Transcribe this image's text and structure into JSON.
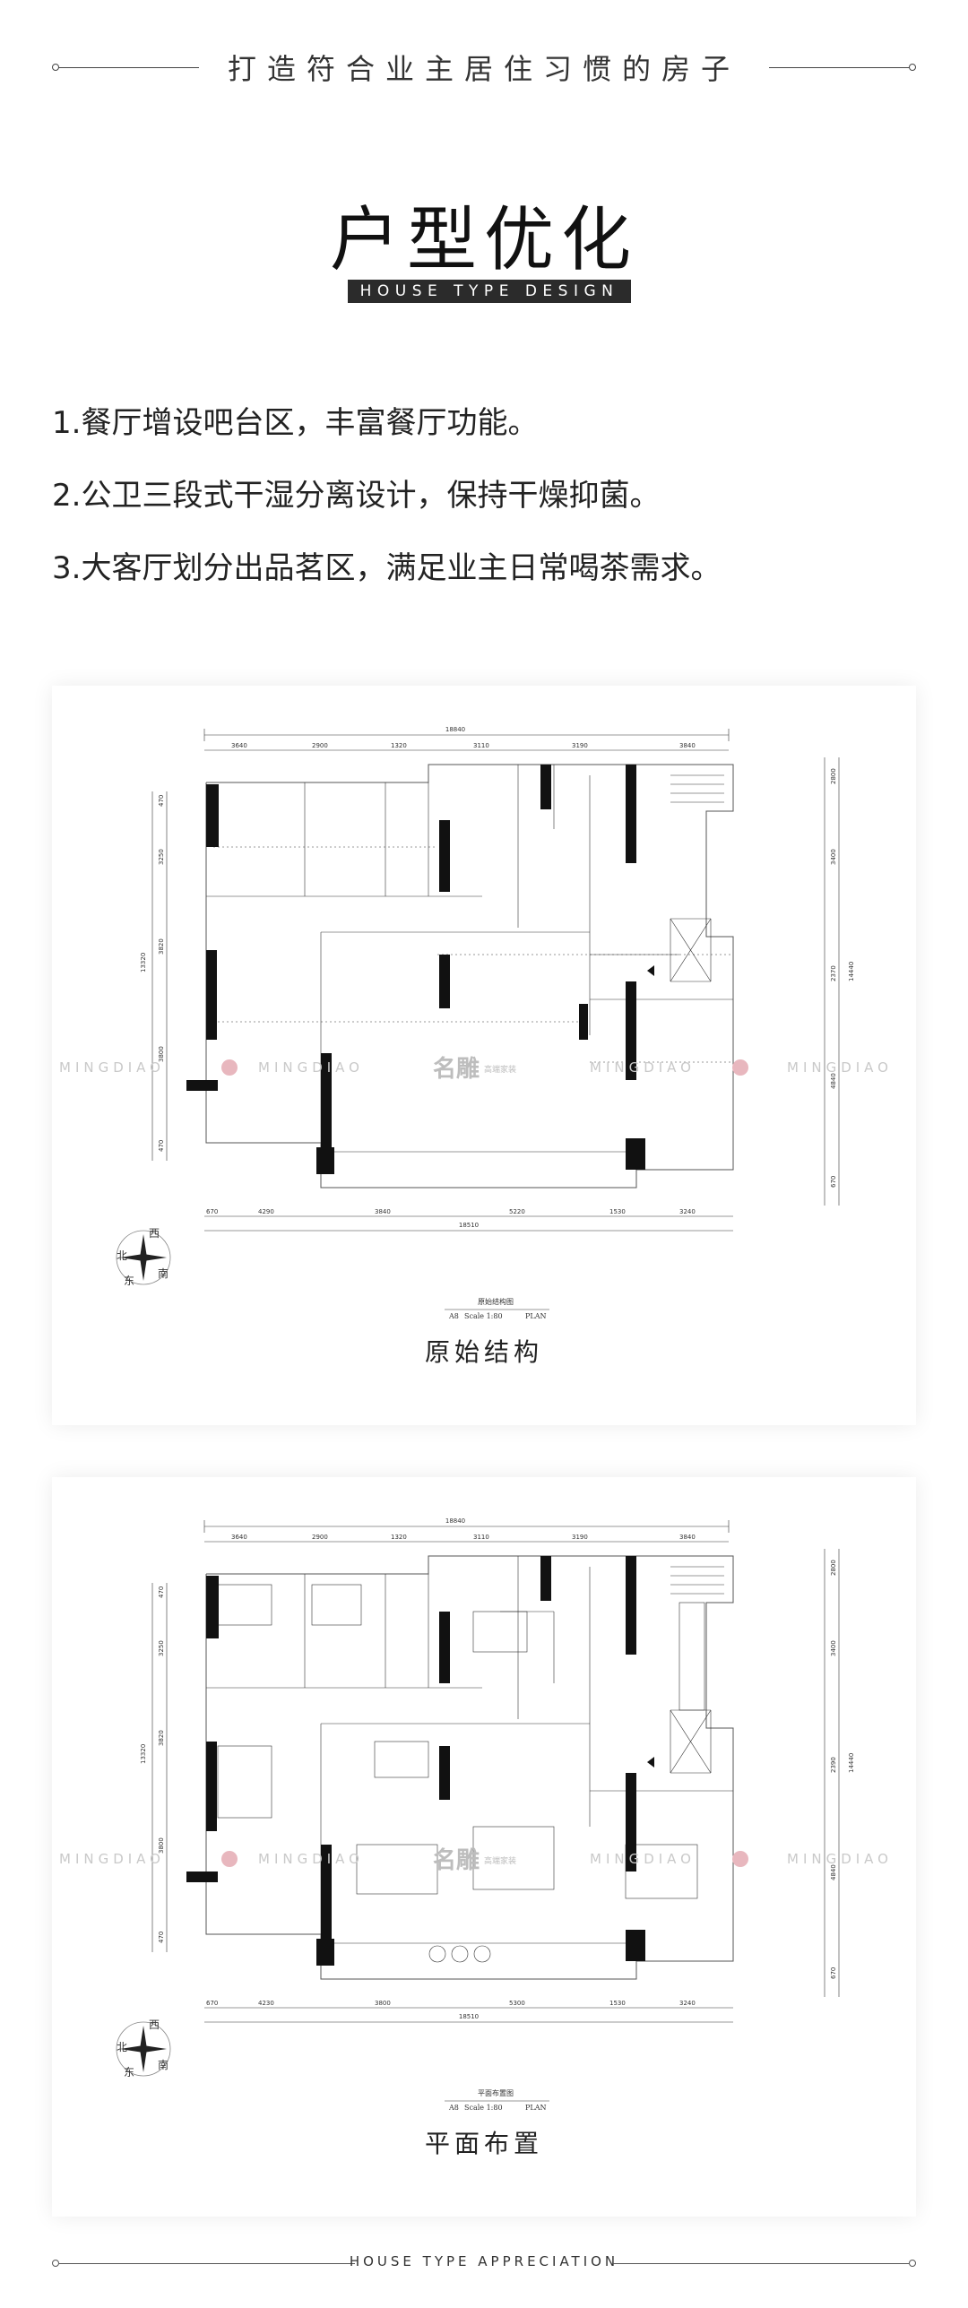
{
  "header": {
    "tagline": "打造符合业主居住习惯的房子"
  },
  "title": {
    "main": "户型优化",
    "sub": "HOUSE TYPE DESIGN"
  },
  "points": [
    "1.餐厅增设吧台区，丰富餐厅功能。",
    "2.公卫三段式干湿分离设计，保持干燥抑菌。",
    "3.大客厅划分出品茗区，满足业主日常喝茶需求。"
  ],
  "plans": [
    {
      "caption": "原始结构",
      "drawing_name": "原始结构图",
      "scale": "Scale 1:80",
      "plan_tag": "PLAN",
      "ref": "A8",
      "dims_top_total": "18840",
      "dims_top": [
        "3640",
        "2900",
        "1320",
        "3110",
        "3190",
        "3840"
      ],
      "dims_bottom_total": "18510",
      "dims_bottom": [
        "670",
        "4290",
        "3840",
        "5220",
        "1530",
        "3240"
      ],
      "dims_left_total": "13320",
      "dims_left": [
        "470",
        "3250",
        "3820",
        "3800",
        "470"
      ],
      "dims_right_total": "14440",
      "dims_right": [
        "2800",
        "3400",
        "2370",
        "4840",
        "670"
      ]
    },
    {
      "caption": "平面布置",
      "drawing_name": "平面布置图",
      "scale": "Scale 1:80",
      "plan_tag": "PLAN",
      "ref": "A8",
      "dims_top_total": "18840",
      "dims_top": [
        "3640",
        "2900",
        "1320",
        "3110",
        "3190",
        "3840"
      ],
      "dims_bottom_total": "18510",
      "dims_bottom": [
        "670",
        "4230",
        "3800",
        "5300",
        "1530",
        "3240"
      ],
      "dims_left_total": "13320",
      "dims_left": [
        "470",
        "3250",
        "3820",
        "3800",
        "470"
      ],
      "dims_right_total": "14440",
      "dims_right": [
        "2800",
        "3400",
        "2390",
        "4840",
        "670"
      ]
    }
  ],
  "watermark": {
    "latin": "MINGDIAO",
    "cn": "名雕",
    "cn_small": "高端家装"
  },
  "compass": {
    "n": "北",
    "s": "南",
    "e": "东",
    "w": "西"
  },
  "footer": {
    "text": "HOUSE TYPE APPRECIATION"
  }
}
